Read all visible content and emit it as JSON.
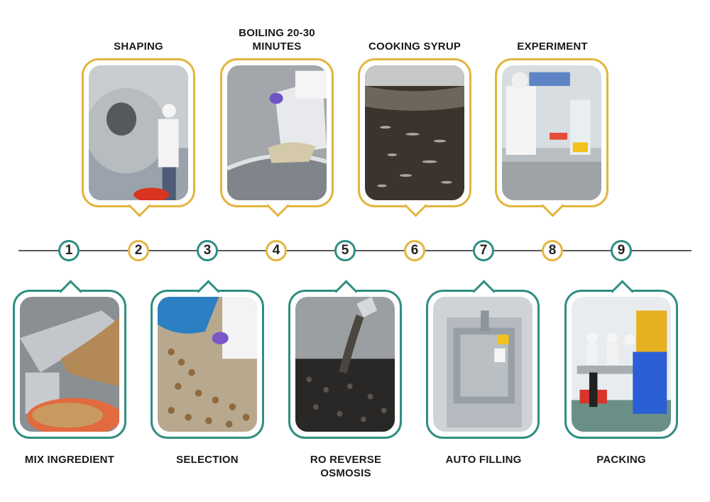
{
  "steps": [
    {
      "num": "1",
      "label": "MIX INGREDIENT"
    },
    {
      "num": "2",
      "label": "SHAPING"
    },
    {
      "num": "3",
      "label": "SELECTION"
    },
    {
      "num": "4",
      "label": "BOILING 20-30 MINUTES"
    },
    {
      "num": "5",
      "label": "RO REVERSE OSMOSIS"
    },
    {
      "num": "6",
      "label": "COOKING SYRUP"
    },
    {
      "num": "7",
      "label": "AUTO FILLING"
    },
    {
      "num": "8",
      "label": "EXPERIMENT"
    },
    {
      "num": "9",
      "label": "PACKING"
    }
  ],
  "labels": {
    "s4_line1": "BOILING 20-30",
    "s4_line2": "MINUTES",
    "s5_line1": "RO REVERSE",
    "s5_line2": "OSMOSIS"
  },
  "colors": {
    "odd_steps": "#2f8e82",
    "even_steps": "#e3b53f",
    "timeline": "#5a5a5a"
  }
}
